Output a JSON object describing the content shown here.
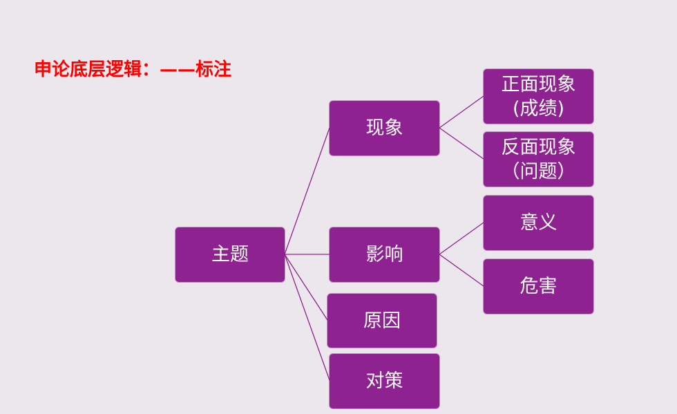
{
  "title": "申论底层逻辑：——标注",
  "colors": {
    "title": "#ff0000",
    "node_fill": "#8e2290",
    "connector": "#8e2290",
    "background": "#ece7ec"
  },
  "nodes": {
    "topic": "主题",
    "phenomenon": "现象",
    "impact": "影响",
    "cause": "原因",
    "countermeasure": "对策",
    "positive_phenomenon": "正面现象\n(成绩)",
    "negative_phenomenon": "反面现象\n（问题）",
    "significance": "意义",
    "harm": "危害"
  }
}
